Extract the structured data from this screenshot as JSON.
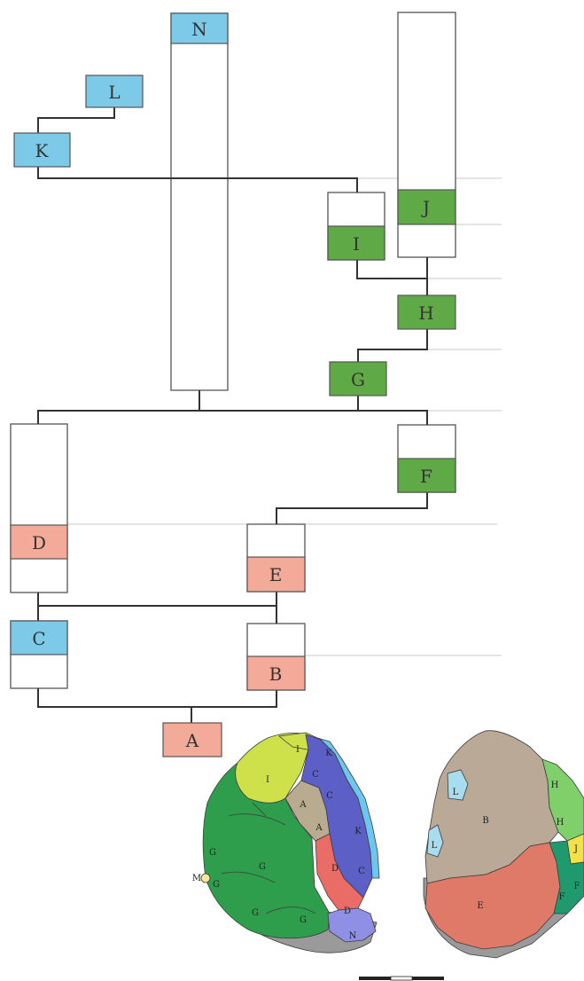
{
  "colors": {
    "blue": "#7cc9e8",
    "green": "#5faa46",
    "salmon": "#f4aa98",
    "line": "#333333",
    "guide": "#c8c8c8"
  },
  "nodes": [
    {
      "id": "N",
      "label": "N",
      "color": "blue"
    },
    {
      "id": "L",
      "label": "L",
      "color": "blue"
    },
    {
      "id": "K",
      "label": "K",
      "color": "blue"
    },
    {
      "id": "J",
      "label": "J",
      "color": "green"
    },
    {
      "id": "I",
      "label": "I",
      "color": "green"
    },
    {
      "id": "H",
      "label": "H",
      "color": "green"
    },
    {
      "id": "G",
      "label": "G",
      "color": "green"
    },
    {
      "id": "F",
      "label": "F",
      "color": "green"
    },
    {
      "id": "D",
      "label": "D",
      "color": "salmon"
    },
    {
      "id": "E",
      "label": "E",
      "color": "salmon"
    },
    {
      "id": "C",
      "label": "C",
      "color": "blue"
    },
    {
      "id": "B",
      "label": "B",
      "color": "salmon"
    },
    {
      "id": "A",
      "label": "A",
      "color": "salmon"
    }
  ],
  "stone_faces": {
    "left": {
      "regions": [
        {
          "id": "G",
          "color": "#2e9e4c"
        },
        {
          "id": "I",
          "color": "#cfe14a"
        },
        {
          "id": "A",
          "color": "#b9ab90"
        },
        {
          "id": "C",
          "color": "#5b5fc6"
        },
        {
          "id": "K",
          "color": "#6cc6ef"
        },
        {
          "id": "D",
          "color": "#ea6c66"
        },
        {
          "id": "N",
          "color": "#8f8fe6"
        },
        {
          "id": "M",
          "color": "#f4e69a"
        }
      ],
      "labels": [
        "I",
        "I",
        "C",
        "C",
        "A",
        "A",
        "K",
        "G",
        "G",
        "G",
        "G",
        "G",
        "D",
        "D",
        "C",
        "N",
        "M",
        "K"
      ]
    },
    "right": {
      "regions": [
        {
          "id": "B",
          "color": "#b9a996"
        },
        {
          "id": "E",
          "color": "#e07a68"
        },
        {
          "id": "H",
          "color": "#7fd06a"
        },
        {
          "id": "J",
          "color": "#f2e24a"
        },
        {
          "id": "L",
          "color": "#a8dcef"
        },
        {
          "id": "F",
          "color": "#1f9a6e"
        }
      ],
      "labels": [
        "B",
        "E",
        "H",
        "H",
        "J",
        "L",
        "L",
        "F",
        "F"
      ]
    }
  }
}
